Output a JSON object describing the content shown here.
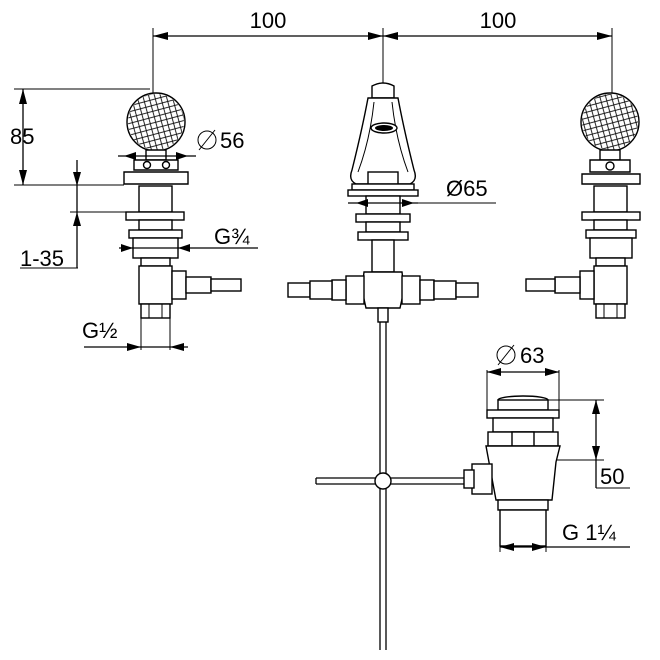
{
  "dimensions": {
    "spacing_left": "100",
    "spacing_right": "100",
    "handle_height": "85",
    "handle_diameter": "56",
    "spout_diameter": "Ø65",
    "deck_range": "1-35",
    "supply_thread": "G¾",
    "outlet_thread": "G½",
    "drain_diameter": "63",
    "drain_height": "50",
    "drain_thread": "G 1¼"
  },
  "colors": {
    "line": "#000000",
    "background": "#ffffff"
  }
}
